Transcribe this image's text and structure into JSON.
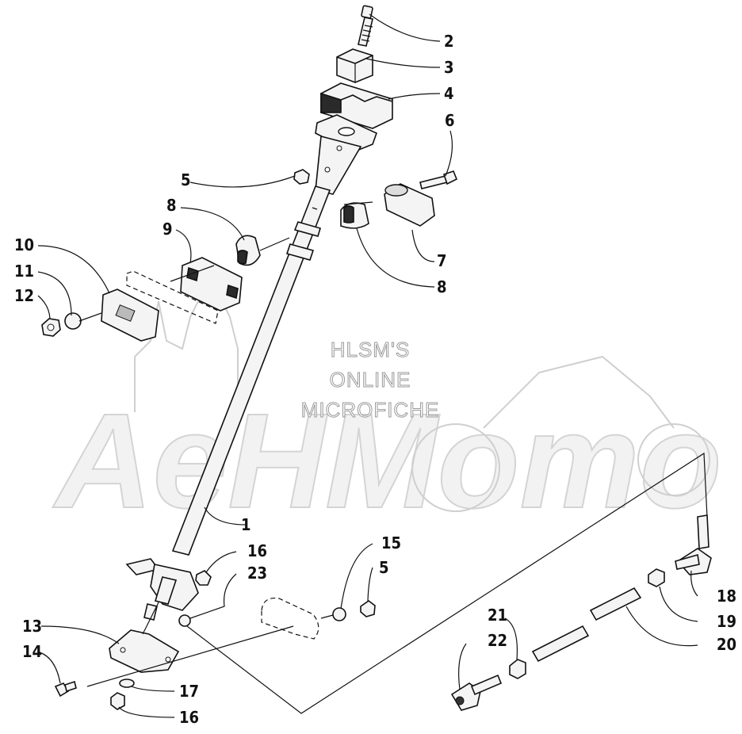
{
  "watermark": {
    "lines": [
      "HLSM'S",
      "ONLINE",
      "MICROFICHE"
    ],
    "logo_text": "AeHMomo"
  },
  "callouts": [
    {
      "id": "c1",
      "label": "1"
    },
    {
      "id": "c2",
      "label": "2"
    },
    {
      "id": "c3",
      "label": "3"
    },
    {
      "id": "c4",
      "label": "4"
    },
    {
      "id": "c5a",
      "label": "5"
    },
    {
      "id": "c5b",
      "label": "5"
    },
    {
      "id": "c6",
      "label": "6"
    },
    {
      "id": "c7",
      "label": "7"
    },
    {
      "id": "c8a",
      "label": "8"
    },
    {
      "id": "c8b",
      "label": "8"
    },
    {
      "id": "c9",
      "label": "9"
    },
    {
      "id": "c10",
      "label": "10"
    },
    {
      "id": "c11",
      "label": "11"
    },
    {
      "id": "c12",
      "label": "12"
    },
    {
      "id": "c13",
      "label": "13"
    },
    {
      "id": "c14",
      "label": "14"
    },
    {
      "id": "c15",
      "label": "15"
    },
    {
      "id": "c16a",
      "label": "16"
    },
    {
      "id": "c16b",
      "label": "16"
    },
    {
      "id": "c17",
      "label": "17"
    },
    {
      "id": "c18",
      "label": "18"
    },
    {
      "id": "c19",
      "label": "19"
    },
    {
      "id": "c20",
      "label": "20"
    },
    {
      "id": "c21",
      "label": "21"
    },
    {
      "id": "c22",
      "label": "22"
    },
    {
      "id": "c23",
      "label": "23"
    }
  ]
}
